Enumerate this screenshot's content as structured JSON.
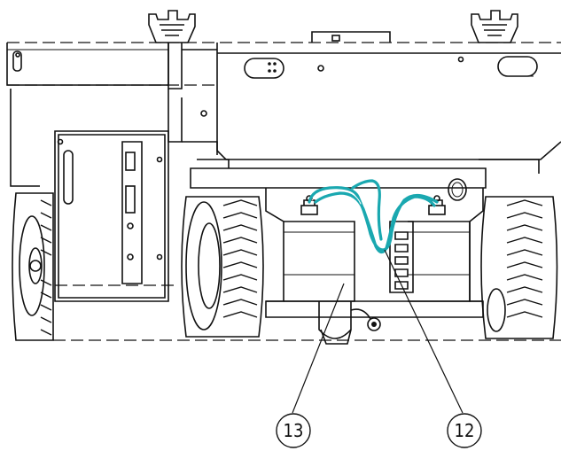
{
  "callouts": [
    {
      "id": "callout-13",
      "label": "13"
    },
    {
      "id": "callout-12",
      "label": "12"
    }
  ],
  "colors": {
    "line": "#111111",
    "cable": "#1aa8b0",
    "background": "#ffffff"
  }
}
